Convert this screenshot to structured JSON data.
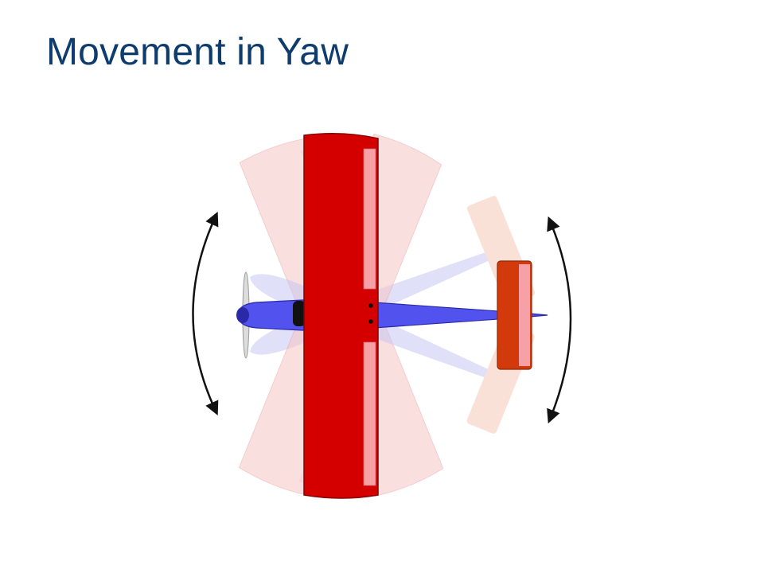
{
  "slide": {
    "title": "Movement in Yaw"
  },
  "colors": {
    "title": "#0e3c6e",
    "wing": "#d40000",
    "wing_stroke": "#8a0000",
    "aileron": "#f7a0a8",
    "fuselage": "#5252ee",
    "fuselage_stroke": "#2a2aa8",
    "tail": "#d23a0c",
    "ghost_wing": "#f6c5c5",
    "ghost_fuselage": "#c7c7f3",
    "arrow": "#111111"
  },
  "diagram": {
    "rotation_axis": "yaw",
    "ghost_positions_deg": [
      -22,
      22
    ],
    "arrows": [
      "left-double-arrow",
      "right-double-arrow"
    ]
  }
}
